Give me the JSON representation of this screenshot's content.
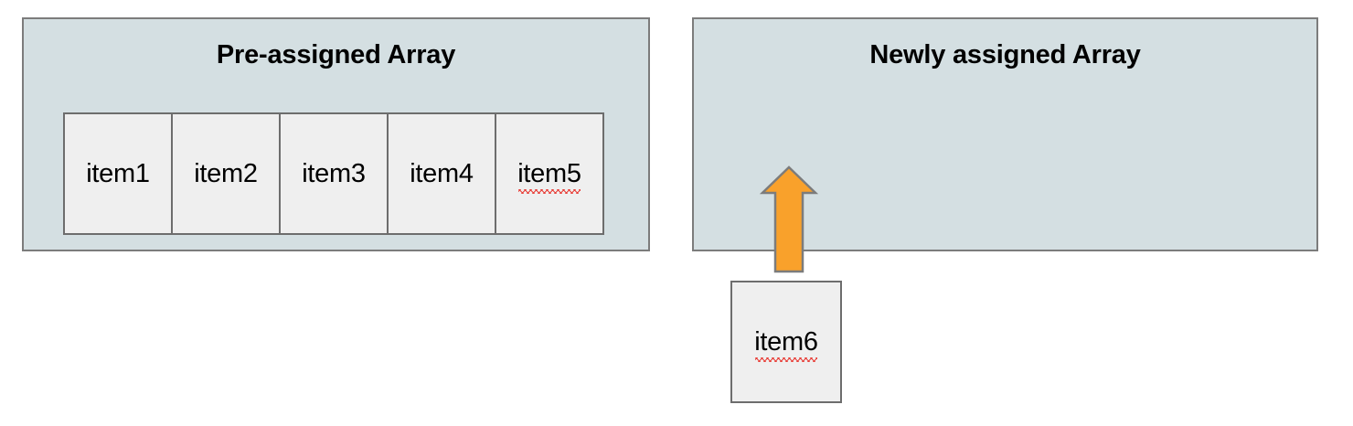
{
  "diagram": {
    "title_left": "Pre-assigned Array",
    "title_right": "Newly assigned Array",
    "colors": {
      "panel_fill": "#d4dfe2",
      "panel_border": "#7c7c7c",
      "cell_fill": "#efefef",
      "cell_border": "#6d6d6d",
      "arrow_fill": "#f9a12b",
      "arrow_border": "#7c7c7c",
      "spellcheck_underline": "#e8403a",
      "text": "#000000",
      "background": "#ffffff"
    }
  },
  "pre_assigned_array": {
    "title": "Pre-assigned Array",
    "cells": [
      {
        "label": "item1",
        "misspelled": false
      },
      {
        "label": "item2",
        "misspelled": false
      },
      {
        "label": "item3",
        "misspelled": false
      },
      {
        "label": "item4",
        "misspelled": false
      },
      {
        "label": "item5",
        "misspelled": true
      }
    ]
  },
  "newly_assigned_array": {
    "title": "Newly assigned Array",
    "cells": []
  },
  "incoming_item": {
    "label": "item6",
    "misspelled": true
  },
  "arrow": {
    "name": "up-arrow-icon",
    "direction": "up",
    "color": "#f9a12b"
  }
}
